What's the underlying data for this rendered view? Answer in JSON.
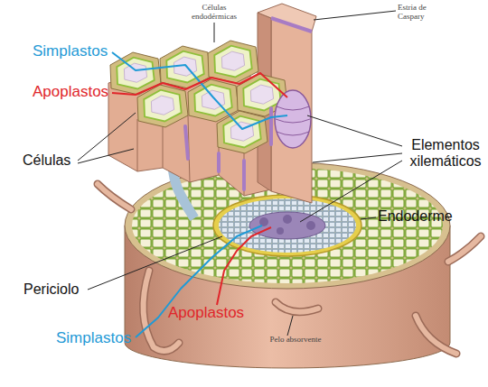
{
  "diagram": {
    "labels": [
      "Células endodérmicas",
      "Estria de Caspary",
      "Simplastos",
      "Apoplastos",
      "Células",
      "Elementos xilemáticos",
      "Endoderme",
      "Periciolo",
      "Apoplastos",
      "Simplastos",
      "Pelo absorvente"
    ]
  }
}
